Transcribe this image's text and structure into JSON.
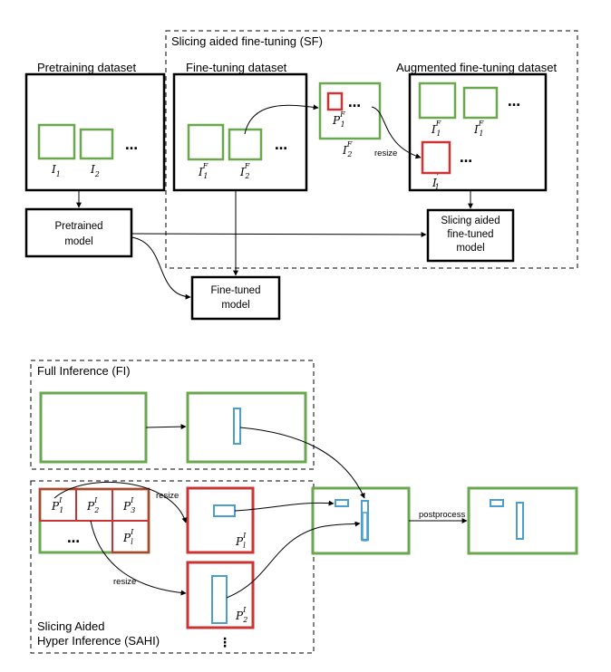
{
  "colors": {
    "green": "#6aa84f",
    "red": "#cc3333",
    "blue": "#4a9fd0",
    "black": "#000000"
  },
  "sf": {
    "region_label": "Slicing aided fine-tuning (SF)",
    "pretraining_title": "Pretraining dataset",
    "finetuning_title": "Fine-tuning dataset",
    "augmented_title": "Augmented fine-tuning dataset",
    "pretrained_model": [
      "Pretrained",
      "model"
    ],
    "sliced_model": [
      "Slicing aided",
      "fine-tuned",
      "model"
    ],
    "finetuned_model": [
      "Fine-tuned",
      "model"
    ],
    "resize_label": "resize",
    "ellipsis": "…",
    "math": {
      "I": "I",
      "P": "P",
      "sub1": "1",
      "sub2": "2",
      "supF": "F",
      "prime": "′"
    }
  },
  "fi": {
    "region_label": "Full Inference (FI)"
  },
  "sahi": {
    "region_label": [
      "Slicing Aided",
      "Hyper Inference (SAHI)"
    ],
    "resize_label": "resize",
    "postprocess_label": "postprocess",
    "ellipsis": "…",
    "vellipsis": "⋮",
    "math": {
      "P": "P",
      "supI": "I",
      "sub1": "1",
      "sub2": "2",
      "sub3": "3",
      "subl": "l"
    }
  }
}
